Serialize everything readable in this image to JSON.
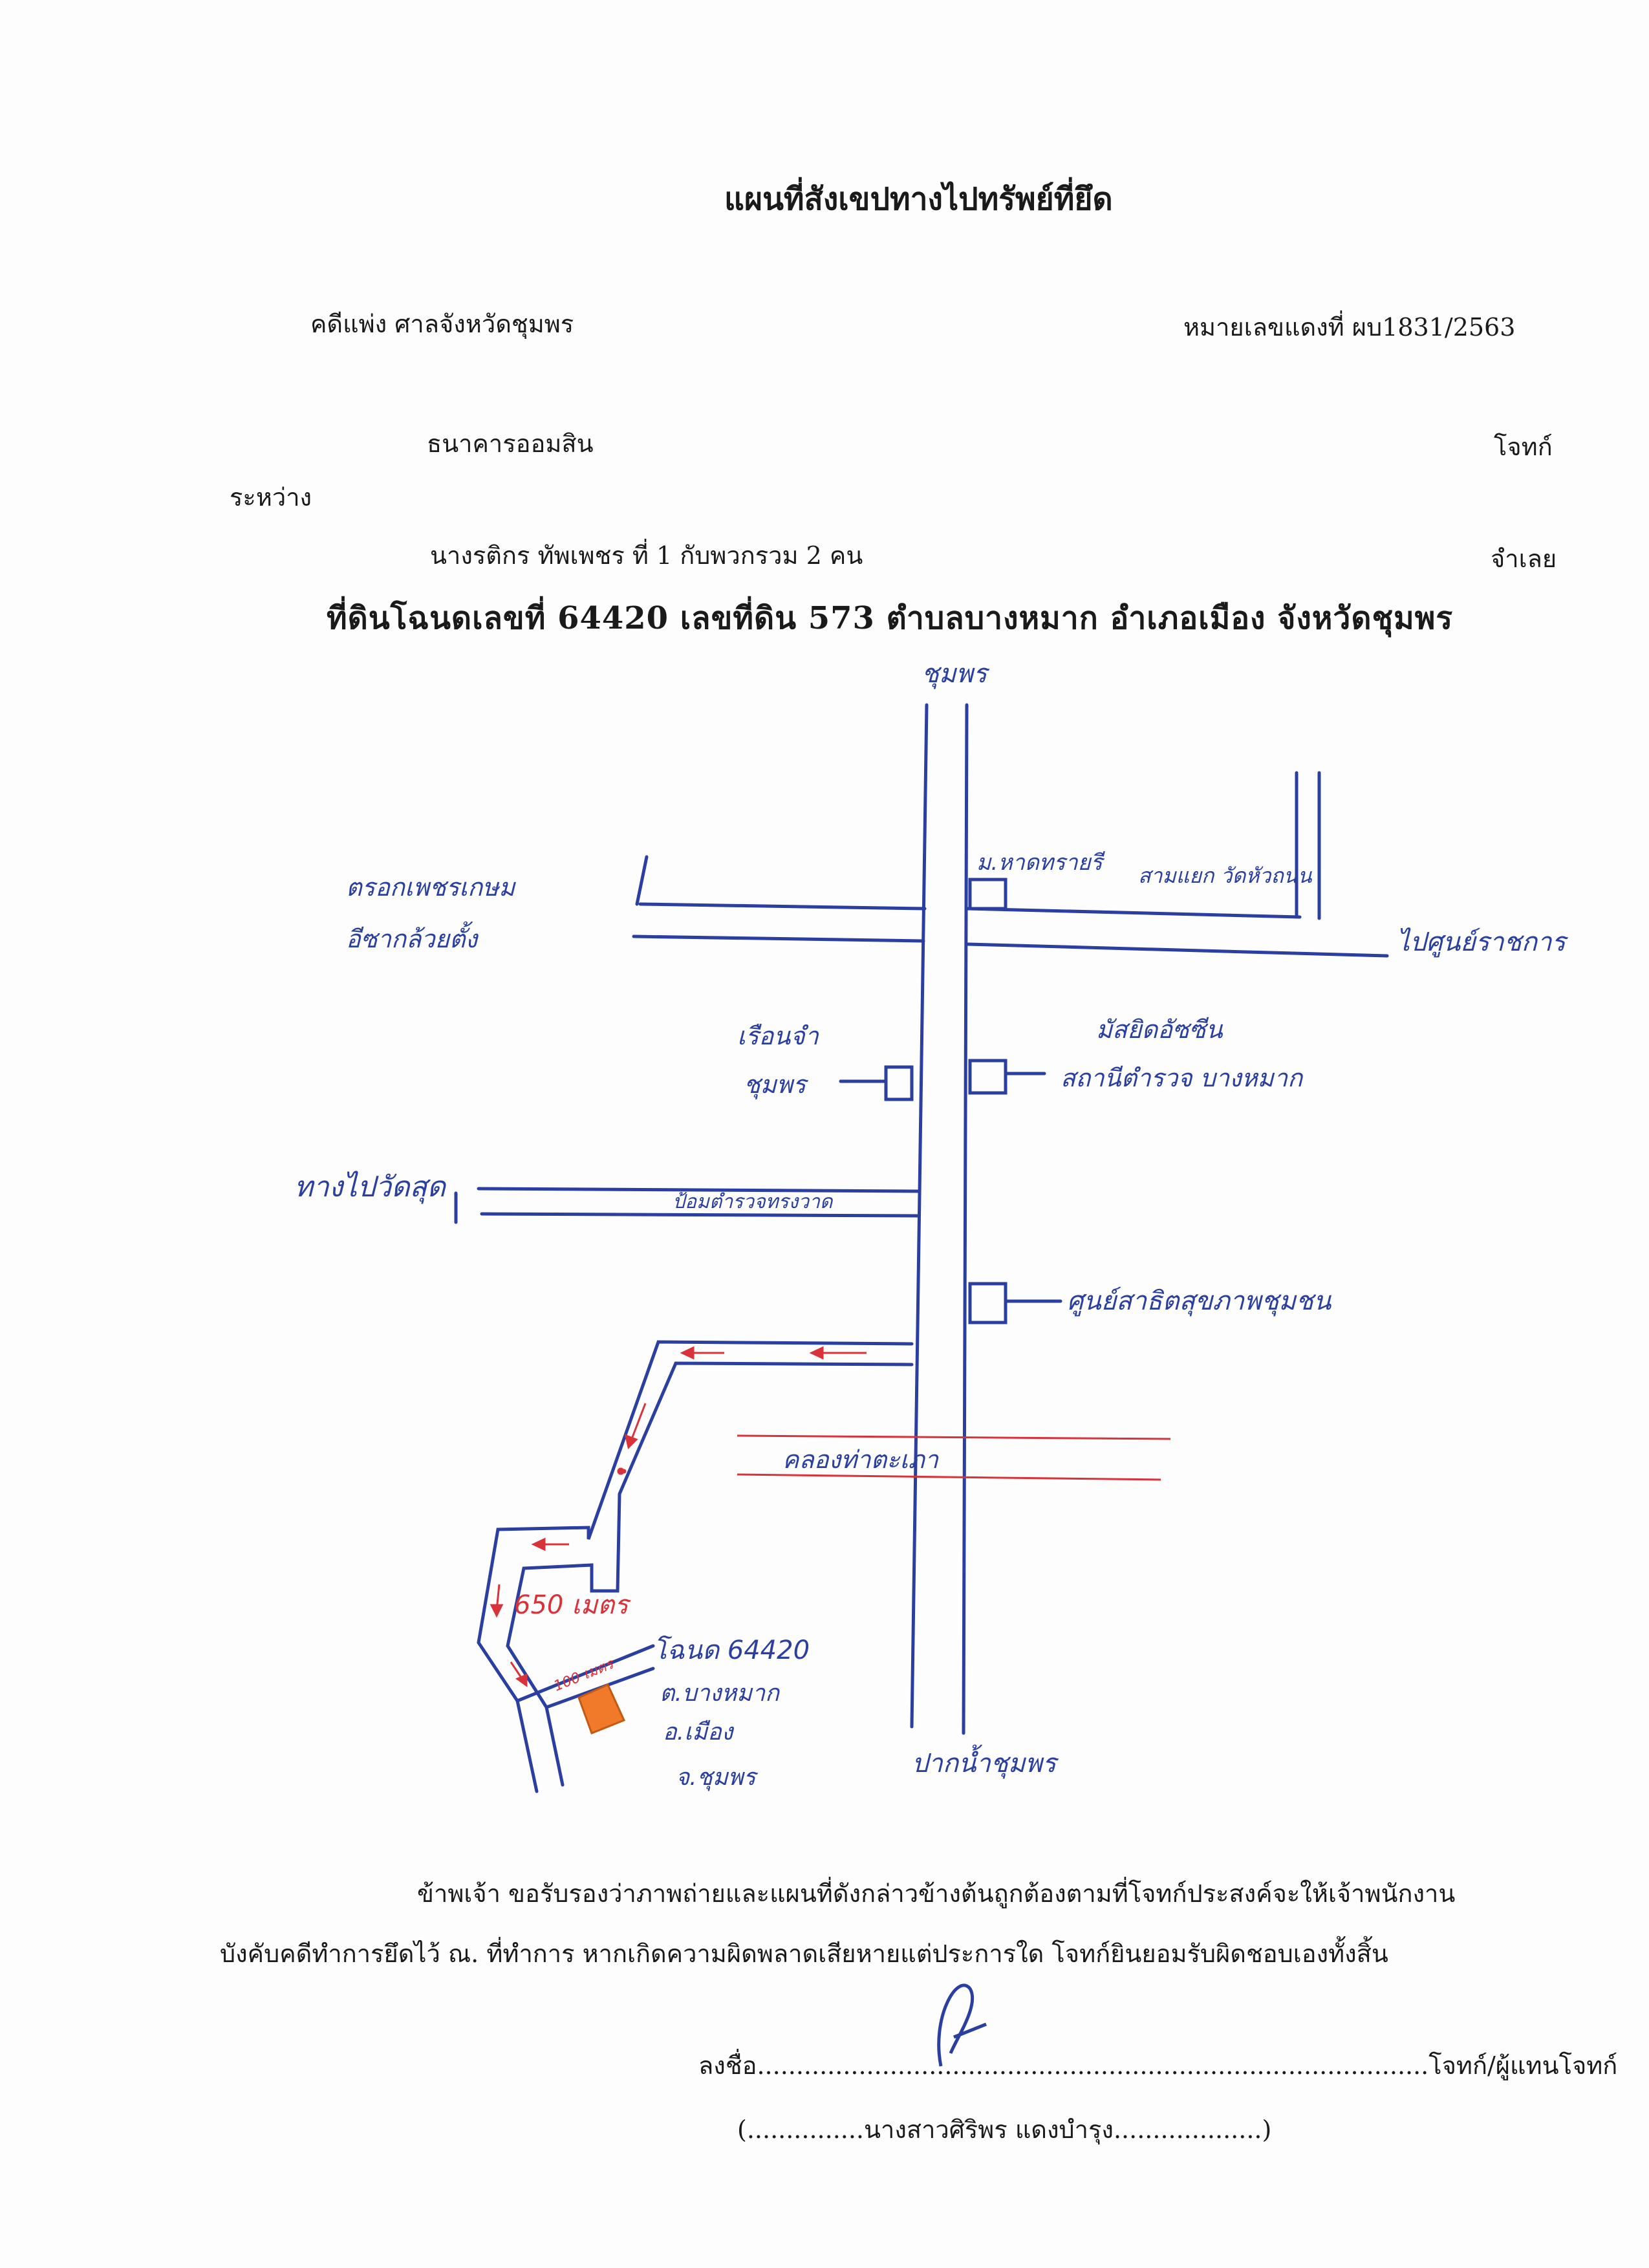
{
  "document": {
    "title": "แผนที่สังเขปทางไปทรัพย์ที่ยึด",
    "case_type": "คดีแพ่ง ศาลจังหวัดชุมพร",
    "case_number": "หมายเลขแดงที่ ผบ1831/2563",
    "plaintiff_name": "ธนาคารออมสิน",
    "plaintiff_role": "โจทก์",
    "between": "ระหว่าง",
    "defendant_name": "นางรติกร ทัพเพชร ที่ 1 กับพวกรวม 2 คน",
    "defendant_role": "จำเลย",
    "land_title": "ที่ดินโฉนดเลขที่ 64420 เลขที่ดิน 573 ตำบลบางหมาก อำเภอเมือง จังหวัดชุมพร"
  },
  "map": {
    "labels": {
      "top_road": "ชุมพร",
      "school": "ม.หาดทรายรี",
      "shop_label": "สามแยก วัดหัวถนน",
      "left_upper_1": "ตรอกเพชรเกษม",
      "left_upper_2": "อีซากล้วยตั้ง",
      "right_upper": "ไปศูนย์ราชการ",
      "left_mid_1": "เรือนจำ",
      "left_mid_2": "ชุมพร",
      "right_mid_1": "มัสยิดอัซซีน",
      "right_mid_2": "สถานีตำรวจ บางหมาก",
      "left_road": "ทางไปวัดสุด",
      "left_road_right": "ป้อมตำรวจทรงวาด",
      "right_lower": "ศูนย์สาธิตสุขภาพชุมชน",
      "canal": "คลองท่าตะเภา",
      "distance_1": "650 เมตร",
      "distance_2": "100 เมตร",
      "plot_1": "โฉนด 64420",
      "plot_2": "ต.บางหมาก",
      "plot_3": "อ.เมือง",
      "plot_4": "จ.ชุมพร",
      "bottom_road": "ปากน้ำชุมพร"
    }
  },
  "footer": {
    "line1": "ข้าพเจ้า ขอรับรองว่าภาพถ่ายและแผนที่ดังกล่าวข้างต้นถูกต้องตามที่โจทก์ประสงค์จะให้เจ้าพนักงาน",
    "line2": "บังคับคดีทำการยึดไว้ ณ. ที่ทำการ หากเกิดความผิดพลาดเสียหายแต่ประการใด โจทก์ยินยอมรับผิดชอบเองทั้งสิ้น",
    "sign_line": "ลงชื่อ......................................................................................โจทก์/ผู้แทนโจทก์",
    "name_line": "(...............นางสาวศิริพร แดงบำรุง...................)"
  },
  "colors": {
    "ink": "#2b3fa0",
    "red": "#d8333b",
    "plot": "#f07a2a"
  }
}
